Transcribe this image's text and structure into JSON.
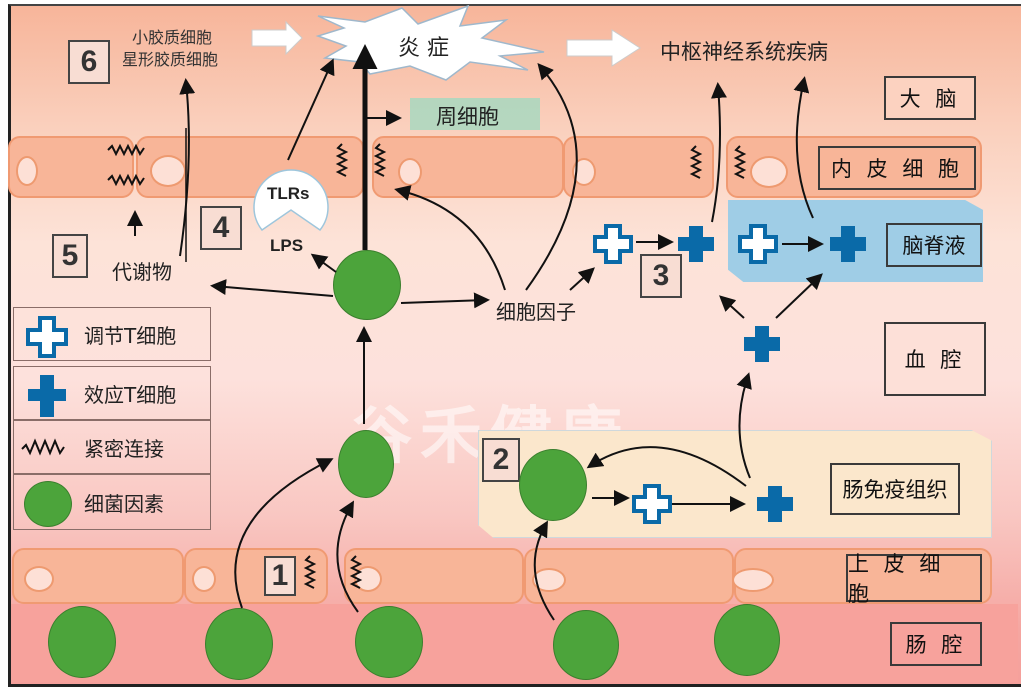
{
  "diagram": {
    "title_burst": "炎 症",
    "outcome": "中枢神经系统疾病",
    "glia": [
      "小胶质细胞",
      "星形胶质细胞"
    ],
    "pericyte": "周细胞",
    "cytokines": "细胞因子",
    "metabolites": "代谢物",
    "tlrs": "TLRs",
    "lps": "LPS",
    "watermark": "谷禾健康",
    "step_numbers": [
      "1",
      "2",
      "3",
      "4",
      "5",
      "6"
    ],
    "region_labels": {
      "brain": "大 脑",
      "endothelial": "内 皮 细 胞",
      "csf": "脑脊液",
      "blood": "血 腔",
      "gut_immune": "肠免疫组织",
      "epithelial": "上 皮 细 胞",
      "gut_lumen": "肠 腔"
    },
    "legend": [
      {
        "icon": "regulatory-t-cell-icon",
        "label": "调节T细胞"
      },
      {
        "icon": "effector-t-cell-icon",
        "label": "效应T细胞"
      },
      {
        "icon": "tight-junction-icon",
        "label": "紧密连接"
      },
      {
        "icon": "bacterial-factor-icon",
        "label": "细菌因素"
      }
    ],
    "colors": {
      "bacteria": "#4ca43b",
      "t_cell": "#0a6aa8",
      "csf_zone": "#9fcde6",
      "gut_immune_zone": "#fbe7cc",
      "pericyte_box": "#a8d8c0",
      "cell_fill": "#f8b598"
    }
  }
}
